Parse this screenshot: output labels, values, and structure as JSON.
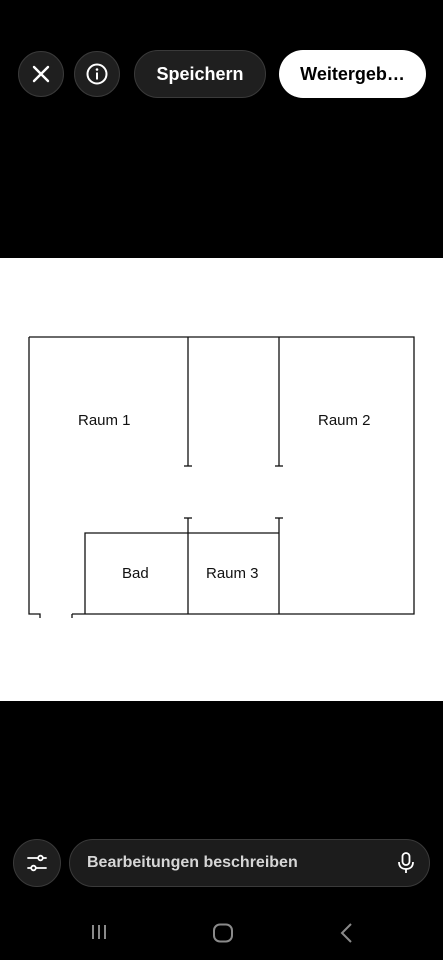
{
  "toolbar": {
    "close_icon": "close-icon",
    "info_icon": "info-icon",
    "save_label": "Speichern",
    "share_label": "Weitergeb…"
  },
  "floorplan": {
    "rooms": [
      {
        "label": "Raum 1"
      },
      {
        "label": "Raum 2"
      },
      {
        "label": "Bad"
      },
      {
        "label": "Raum 3"
      }
    ]
  },
  "bottom": {
    "adjust_icon": "sliders-icon",
    "prompt_placeholder": "Bearbeitungen beschreiben",
    "mic_icon": "microphone-icon"
  },
  "navbar": {
    "recents_icon": "recent-apps-icon",
    "home_icon": "home-icon",
    "back_icon": "back-icon"
  }
}
